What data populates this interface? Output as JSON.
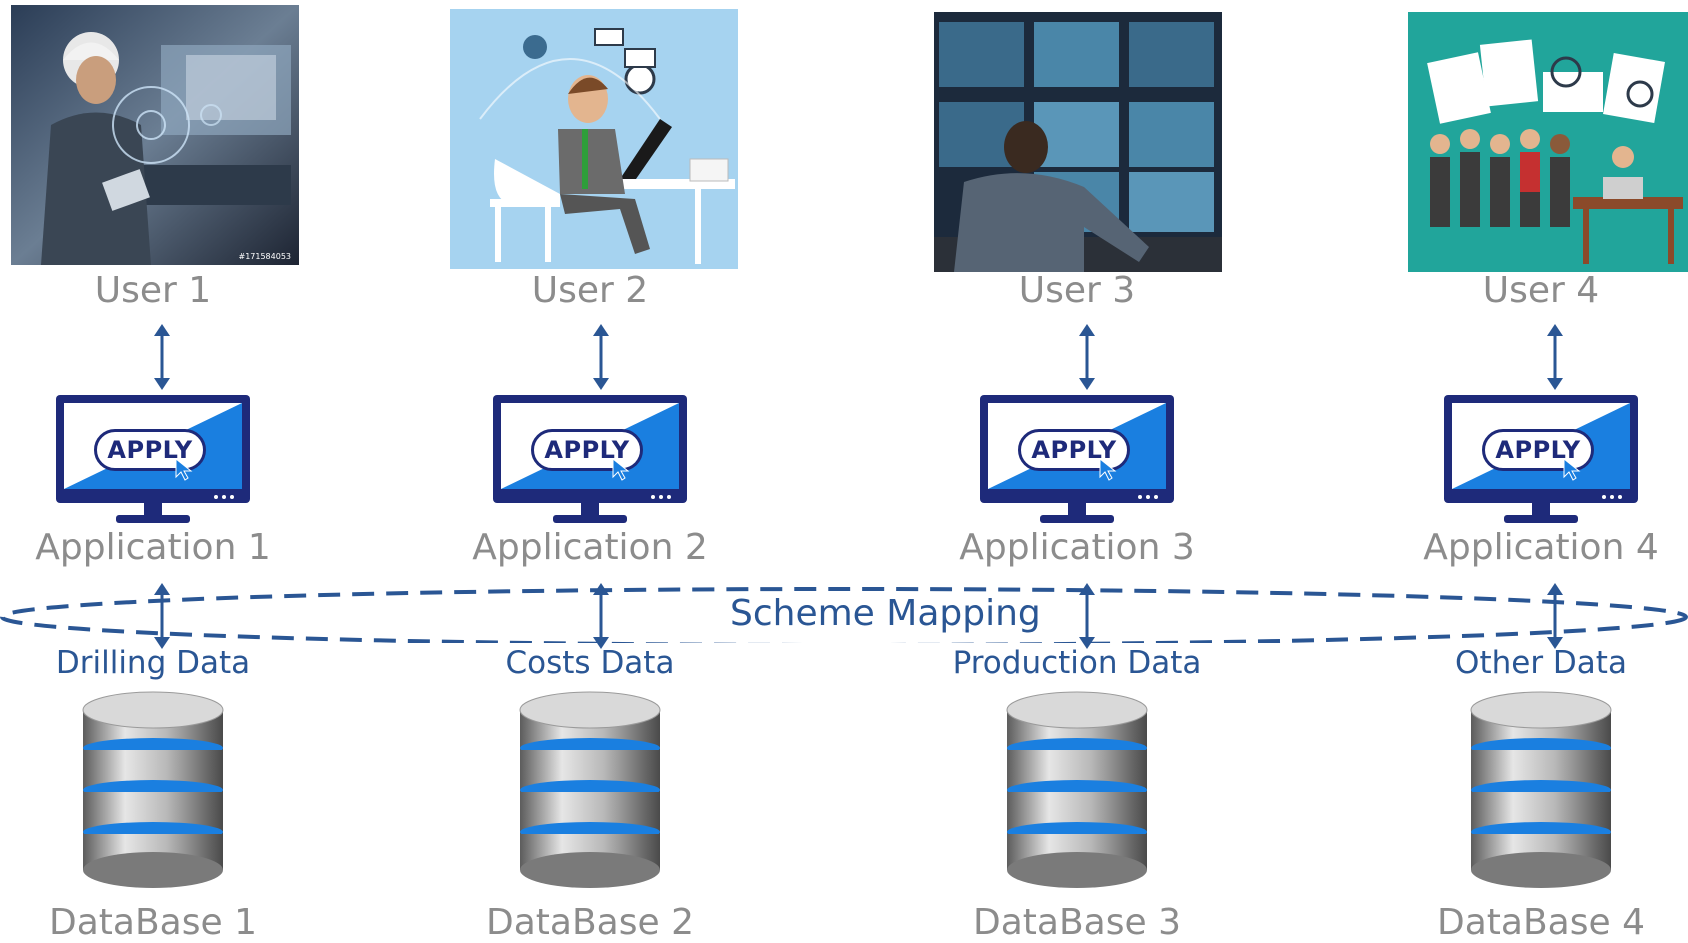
{
  "colors": {
    "label_gray": "#8c8c8c",
    "accent_blue": "#2a5694",
    "monitor_navy": "#1e2a7a",
    "db_blue": "#1a7fe0"
  },
  "scheme_label": "Scheme Mapping",
  "columns": [
    {
      "user_label": "User 1",
      "app_label": "Application 1",
      "button_label": "APPLY",
      "data_label": "Drilling Data",
      "db_label": "DataBase 1",
      "photo_icon": "engineer-photo",
      "photo_caption": "#171584053"
    },
    {
      "user_label": "User 2",
      "app_label": "Application 2",
      "button_label": "APPLY",
      "data_label": "Costs Data",
      "db_label": "DataBase 2",
      "photo_icon": "laptop-worker-illustration"
    },
    {
      "user_label": "User 3",
      "app_label": "Application 3",
      "button_label": "APPLY",
      "data_label": "Production Data",
      "db_label": "DataBase 3",
      "photo_icon": "control-room-photo"
    },
    {
      "user_label": "User 4",
      "app_label": "Application 4",
      "button_label": "APPLY",
      "data_label": "Other Data",
      "db_label": "DataBase 4",
      "photo_icon": "team-recruiting-illustration"
    }
  ]
}
